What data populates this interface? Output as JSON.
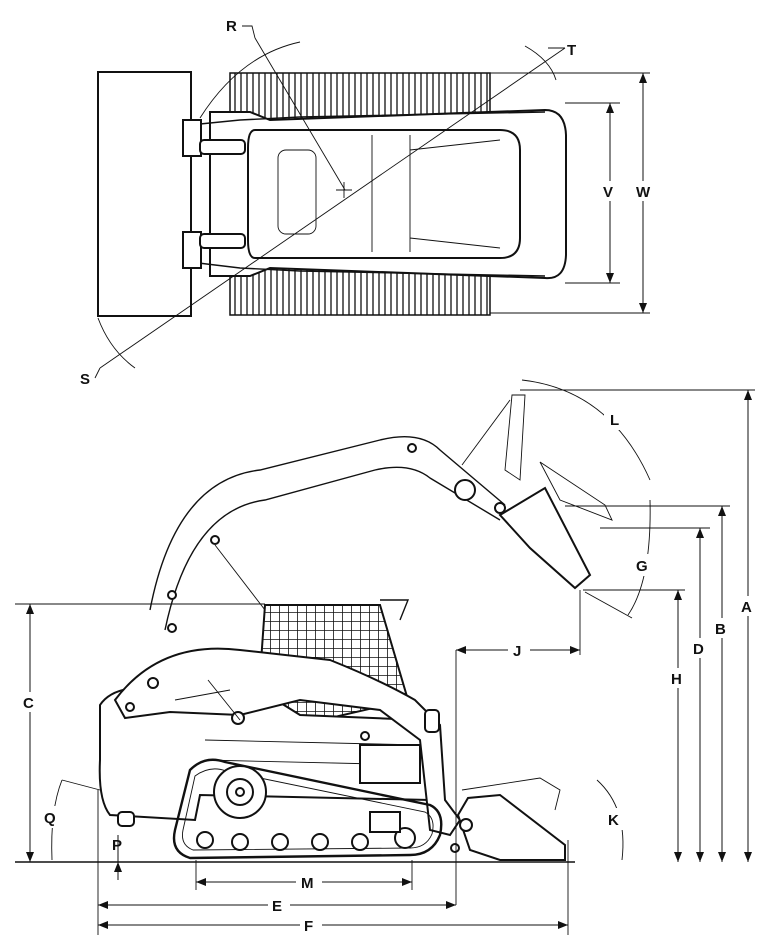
{
  "diagram": {
    "colors": {
      "line": "#111111",
      "background": "#ffffff"
    },
    "top_view_labels": {
      "R": "R",
      "S": "S",
      "T": "T",
      "V": "V",
      "W": "W"
    },
    "side_view_labels": {
      "A": "A",
      "B": "B",
      "C": "C",
      "D": "D",
      "E": "E",
      "F": "F",
      "G": "G",
      "H": "H",
      "J": "J",
      "K": "K",
      "L": "L",
      "M": "M",
      "P": "P",
      "Q": "Q"
    }
  }
}
